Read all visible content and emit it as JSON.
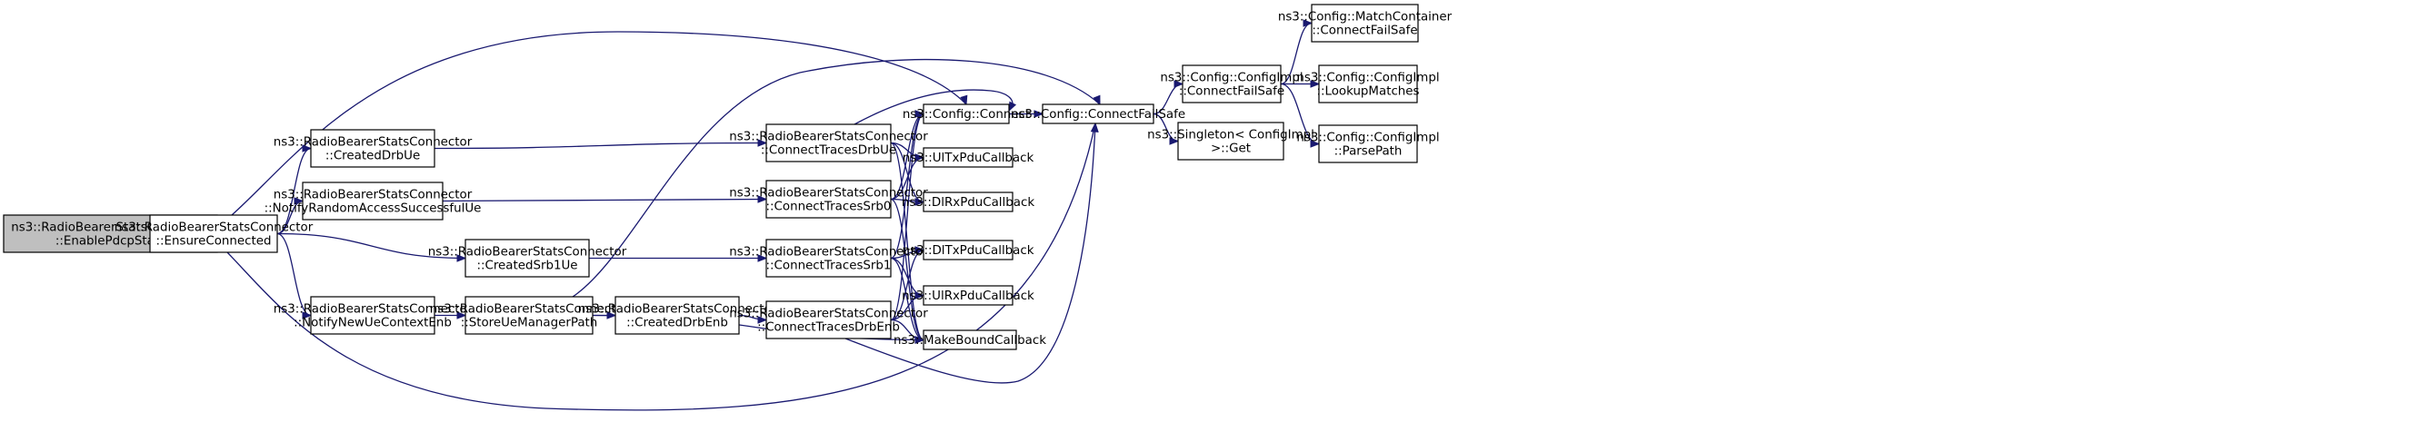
{
  "colors": {
    "node_fill": "#ffffff",
    "root_fill": "#bfbfbf",
    "edge": "#191970",
    "border": "#000000"
  },
  "nodes": [
    {
      "id": "enable_pdcp_stats",
      "root": true,
      "lines": [
        "ns3::RadioBearerStatsConnector",
        "::EnablePdcpStats"
      ]
    },
    {
      "id": "ensure_connected",
      "lines": [
        "ns3::RadioBearerStatsConnector",
        "::EnsureConnected"
      ]
    },
    {
      "id": "created_drb_ue",
      "lines": [
        "ns3::RadioBearerStatsConnector",
        "::CreatedDrbUe"
      ]
    },
    {
      "id": "notify_random_access",
      "lines": [
        "ns3::RadioBearerStatsConnector",
        "::NotifyRandomAccessSuccessfulUe"
      ]
    },
    {
      "id": "created_srb1_ue",
      "lines": [
        "ns3::RadioBearerStatsConnector",
        "::CreatedSrb1Ue"
      ]
    },
    {
      "id": "notify_new_ue_context",
      "lines": [
        "ns3::RadioBearerStatsConnector",
        "::NotifyNewUeContextEnb"
      ]
    },
    {
      "id": "store_ue_manager_path",
      "lines": [
        "ns3::RadioBearerStatsConnector",
        "::StoreUeManagerPath"
      ]
    },
    {
      "id": "created_drb_enb",
      "lines": [
        "ns3::RadioBearerStatsConnector",
        "::CreatedDrbEnb"
      ]
    },
    {
      "id": "connect_traces_drb_ue",
      "lines": [
        "ns3::RadioBearerStatsConnector",
        "::ConnectTracesDrbUe"
      ]
    },
    {
      "id": "connect_traces_srb0",
      "lines": [
        "ns3::RadioBearerStatsConnector",
        "::ConnectTracesSrb0"
      ]
    },
    {
      "id": "connect_traces_srb1",
      "lines": [
        "ns3::RadioBearerStatsConnector",
        "::ConnectTracesSrb1"
      ]
    },
    {
      "id": "connect_traces_drb_enb",
      "lines": [
        "ns3::RadioBearerStatsConnector",
        "::ConnectTracesDrbEnb"
      ]
    },
    {
      "id": "config_connect",
      "lines": [
        "ns3::Config::Connect"
      ]
    },
    {
      "id": "ul_tx_pdu_callback",
      "lines": [
        "ns3::UlTxPduCallback"
      ]
    },
    {
      "id": "dl_rx_pdu_callback",
      "lines": [
        "ns3::DlRxPduCallback"
      ]
    },
    {
      "id": "dl_tx_pdu_callback",
      "lines": [
        "ns3::DlTxPduCallback"
      ]
    },
    {
      "id": "ul_rx_pdu_callback",
      "lines": [
        "ns3::UlRxPduCallback"
      ]
    },
    {
      "id": "make_bound_callback",
      "lines": [
        "ns3::MakeBoundCallback"
      ]
    },
    {
      "id": "config_connect_fail_safe",
      "lines": [
        "ns3::Config::ConnectFailSafe"
      ]
    },
    {
      "id": "config_impl_connect_fail_safe",
      "lines": [
        "ns3::Config::ConfigImpl",
        "::ConnectFailSafe"
      ]
    },
    {
      "id": "singleton_get",
      "lines": [
        "ns3::Singleton< ConfigImpl",
        " >::Get"
      ]
    },
    {
      "id": "match_container_connect_fail_safe",
      "lines": [
        "ns3::Config::MatchContainer",
        "::ConnectFailSafe"
      ]
    },
    {
      "id": "config_impl_lookup_matches",
      "lines": [
        "ns3::Config::ConfigImpl",
        "::LookupMatches"
      ]
    },
    {
      "id": "config_impl_parse_path",
      "lines": [
        "ns3::Config::ConfigImpl",
        "::ParsePath"
      ]
    }
  ],
  "edges": [
    [
      "enable_pdcp_stats",
      "ensure_connected"
    ],
    [
      "ensure_connected",
      "config_connect"
    ],
    [
      "ensure_connected",
      "created_drb_ue"
    ],
    [
      "ensure_connected",
      "notify_random_access"
    ],
    [
      "ensure_connected",
      "created_srb1_ue"
    ],
    [
      "ensure_connected",
      "notify_new_ue_context"
    ],
    [
      "ensure_connected",
      "config_connect_fail_safe"
    ],
    [
      "created_drb_ue",
      "connect_traces_drb_ue"
    ],
    [
      "notify_random_access",
      "connect_traces_srb0"
    ],
    [
      "created_srb1_ue",
      "connect_traces_srb1"
    ],
    [
      "notify_new_ue_context",
      "store_ue_manager_path"
    ],
    [
      "store_ue_manager_path",
      "config_connect_fail_safe"
    ],
    [
      "store_ue_manager_path",
      "created_drb_enb"
    ],
    [
      "store_ue_manager_path",
      "make_bound_callback"
    ],
    [
      "created_drb_enb",
      "connect_traces_drb_enb"
    ],
    [
      "connect_traces_drb_ue",
      "config_connect"
    ],
    [
      "connect_traces_drb_ue",
      "ul_tx_pdu_callback"
    ],
    [
      "connect_traces_drb_ue",
      "dl_rx_pdu_callback"
    ],
    [
      "connect_traces_drb_ue",
      "make_bound_callback"
    ],
    [
      "connect_traces_srb0",
      "config_connect"
    ],
    [
      "connect_traces_srb0",
      "ul_tx_pdu_callback"
    ],
    [
      "connect_traces_srb0",
      "dl_rx_pdu_callback"
    ],
    [
      "connect_traces_srb0",
      "make_bound_callback"
    ],
    [
      "connect_traces_srb1",
      "config_connect"
    ],
    [
      "connect_traces_srb1",
      "dl_tx_pdu_callback"
    ],
    [
      "connect_traces_srb1",
      "ul_rx_pdu_callback"
    ],
    [
      "connect_traces_srb1",
      "make_bound_callback"
    ],
    [
      "connect_traces_drb_enb",
      "config_connect"
    ],
    [
      "connect_traces_drb_enb",
      "dl_tx_pdu_callback"
    ],
    [
      "connect_traces_drb_enb",
      "ul_rx_pdu_callback"
    ],
    [
      "connect_traces_drb_enb",
      "make_bound_callback"
    ],
    [
      "connect_traces_drb_enb",
      "config_connect_fail_safe"
    ],
    [
      "config_connect",
      "config_connect_fail_safe"
    ],
    [
      "config_connect_fail_safe",
      "config_impl_connect_fail_safe"
    ],
    [
      "config_connect_fail_safe",
      "singleton_get"
    ],
    [
      "config_impl_connect_fail_safe",
      "match_container_connect_fail_safe"
    ],
    [
      "config_impl_connect_fail_safe",
      "config_impl_lookup_matches"
    ],
    [
      "config_impl_connect_fail_safe",
      "config_impl_parse_path"
    ]
  ]
}
